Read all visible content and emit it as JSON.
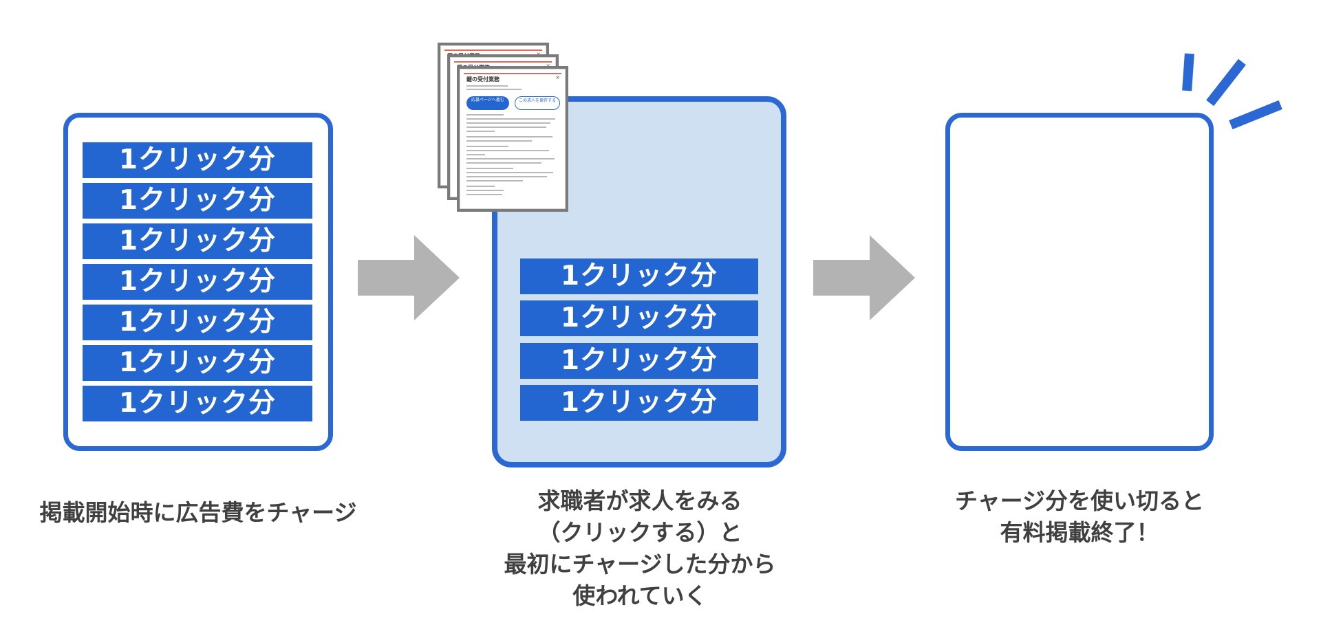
{
  "diagram": {
    "block_label": "1クリック分",
    "stage1": {
      "block_count": 7,
      "caption": [
        "掲載開始時に広告費をチャージ"
      ]
    },
    "stage2": {
      "block_count": 4,
      "caption": [
        "求職者が求人をみる",
        "（クリックする）と",
        "最初にチャージした分から",
        "使われていく"
      ]
    },
    "stage3": {
      "block_count": 0,
      "caption": [
        "チャージ分を使い切ると",
        "有料掲載終了！"
      ]
    },
    "colors": {
      "accent": "#2b68d4",
      "block": "#2466d1",
      "active_panel_fill": "#cfe0f3",
      "arrow": "#b3b3b3",
      "caption_text": "#404040"
    },
    "job_listing": {
      "title": "鍵の受付業務",
      "close_glyph": "×",
      "apply_button": "応募ページへ進む",
      "save_button": "この求人を保存する"
    }
  }
}
